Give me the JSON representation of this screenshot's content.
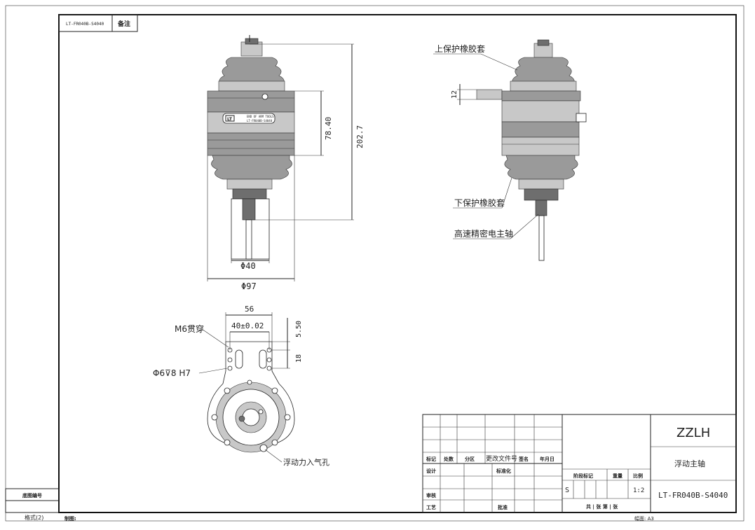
{
  "stamp": {
    "code": "LT-FR040B-S4040",
    "label": "备注"
  },
  "front_view": {
    "dim_height": "78.40",
    "dim_total": "202.7",
    "dim_spindle_dia": "Φ40",
    "dim_body_dia": "Φ97",
    "logo_text": "LT",
    "nameplate_line1": "END OF ARM TOOLS",
    "nameplate_line2": "LT-FR040B-S4040"
  },
  "side_view": {
    "dim_flange": "12",
    "callout_upper_boot": "上保护橡胶套",
    "callout_lower_boot": "下保护橡胶套",
    "callout_spindle": "高速精密电主轴"
  },
  "top_view": {
    "dim_width": "56",
    "dim_hole_spacing": "40±0.02",
    "dim_offset": "5.50",
    "dim_slot": "18",
    "callout_thread": "M6贯穿",
    "callout_pin_hole": "Φ6⊽8 H7",
    "callout_air": "浮动力入气孔"
  },
  "title_block": {
    "company": "ZZLH",
    "part_name": "浮动主轴",
    "drawing_number": "LT-FR040B-S4040",
    "scale_label": "比例",
    "scale_value": "1:2",
    "weight_label": "重量",
    "stage_label": "阶段标记",
    "stage_value": "S",
    "sheet_text": "共 | 张 第 | 张",
    "rev_headers": [
      "标记",
      "处数",
      "分区",
      "更改文件号",
      "签名",
      "年月日"
    ],
    "rows": [
      "设计",
      "审核",
      "工艺"
    ],
    "standard_label": "标准化",
    "approve_label": "批准"
  },
  "margin": {
    "old_drawing_label": "底图编号",
    "format_label": "格式(2)",
    "drawn_label": "制图:",
    "sheet_size_label": "幅面: A3"
  }
}
